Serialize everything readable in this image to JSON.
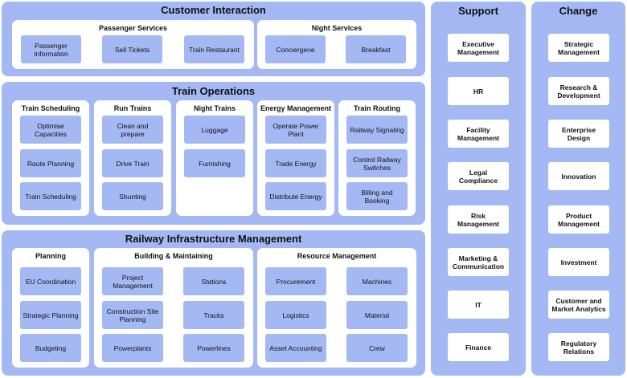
{
  "customer_interaction": {
    "title": "Customer Interaction",
    "passenger_services": {
      "title": "Passenger Services",
      "items": [
        "Passenger Information",
        "Sell Tickets",
        "Train Restaurant"
      ]
    },
    "night_services": {
      "title": "Night Services",
      "items": [
        "Conciergerie",
        "Breakfast"
      ]
    }
  },
  "train_operations": {
    "title": "Train Operations",
    "groups": [
      {
        "title": "Train Scheduling",
        "items": [
          "Optimise Capacities",
          "Route Planning",
          "Train Scheduling"
        ]
      },
      {
        "title": "Run Trains",
        "items": [
          "Clean and prepare",
          "Drive Train",
          "Shunting"
        ]
      },
      {
        "title": "Night Trains",
        "items": [
          "Luggage",
          "Furnishing"
        ]
      },
      {
        "title": "Energy Management",
        "items": [
          "Operate Power Plant",
          "Trade Energy",
          "Distribute Energy"
        ]
      },
      {
        "title": "Train Routing",
        "items": [
          "Railway Signaling",
          "Control Railway Switches",
          "Billing and Booking"
        ]
      }
    ]
  },
  "infrastructure": {
    "title": "Railway Infrastructure Management",
    "planning": {
      "title": "Planning",
      "items": [
        "EU Coordination",
        "Strategic Planning",
        "Budgeting"
      ]
    },
    "building": {
      "title": "Building & Maintaining",
      "items": [
        "Project Management",
        "Stations",
        "Construction Site Planning",
        "Tracks",
        "Powerplants",
        "Powerlines"
      ]
    },
    "resource": {
      "title": "Resource Management",
      "items": [
        "Procurement",
        "Machines",
        "Logistics",
        "Material",
        "Asset Accounting",
        "Crew"
      ]
    }
  },
  "support": {
    "title": "Support",
    "items": [
      "Executive Management",
      "HR",
      "Facility Management",
      "Legal Compliance",
      "Risk Management",
      "Marketing & Communication",
      "IT",
      "Finance"
    ]
  },
  "change": {
    "title": "Change",
    "items": [
      "Strategic Management",
      "Research & Development",
      "Enterprise Design",
      "Innovation",
      "Product Management",
      "Investment",
      "Customer and Market Analytics",
      "Regulatory Relations"
    ]
  }
}
